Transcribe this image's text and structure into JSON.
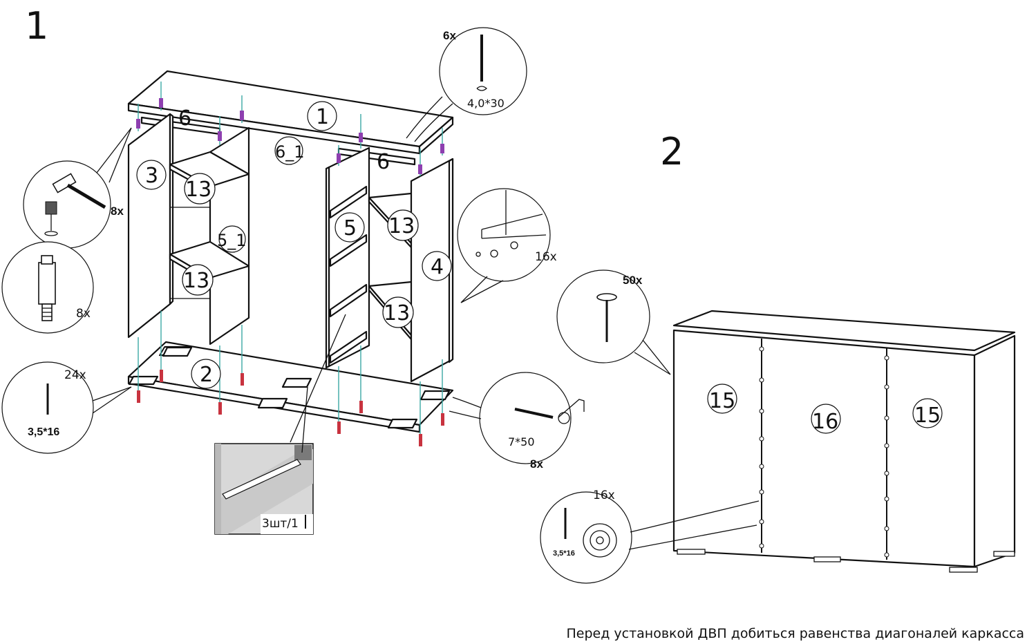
{
  "steps": {
    "step1": "1",
    "step2": "2"
  },
  "parts": {
    "p1": "1",
    "p2": "2",
    "p3": "3",
    "p4": "4",
    "p5": "5",
    "p5_1": "5_1",
    "p6a": "6",
    "p6b": "6",
    "p6_1": "6_1",
    "p13a": "13",
    "p13b": "13",
    "p13c": "13",
    "p13d": "13",
    "p15a": "15",
    "p15b": "15",
    "p16": "16"
  },
  "callouts": {
    "screw_top": {
      "qty": "6x",
      "size": "4,0*30"
    },
    "hammer": {
      "qty": "8x"
    },
    "cam_bolt": {
      "qty": "8x"
    },
    "screw_small": {
      "qty": "24x",
      "size": "3,5*16"
    },
    "cam_lock": {
      "qty": "16x"
    },
    "confirmat": {
      "size": "7*50",
      "qty": "8x"
    },
    "nail": {
      "qty": "50x"
    },
    "backpanel_screw": {
      "qty": "16x",
      "size": "3,5*16"
    },
    "drawer_rail": {
      "label": "3шт/1"
    }
  },
  "footer_note": "Перед установкой ДВП добиться равенства диагоналей каркасса",
  "colors": {
    "guide": "#3aa9a4",
    "dowel": "#c8333f",
    "cam": "#8e3fb0",
    "line": "#111111"
  }
}
